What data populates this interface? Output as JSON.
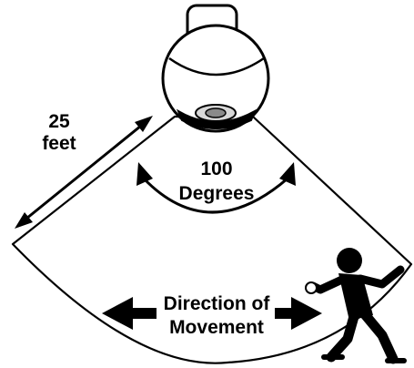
{
  "distance": {
    "value": "25",
    "unit": "feet"
  },
  "angle": {
    "value": "100",
    "unit": "Degrees"
  },
  "movement": {
    "line1": "Direction of",
    "line2": "Movement"
  },
  "colors": {
    "ink": "#000000",
    "background": "#ffffff",
    "lens_fill": "#bdbdbd"
  },
  "icons": [
    "motion-sensor-icon",
    "walking-person-icon",
    "double-arrow-icon",
    "curved-double-arrow-icon"
  ]
}
